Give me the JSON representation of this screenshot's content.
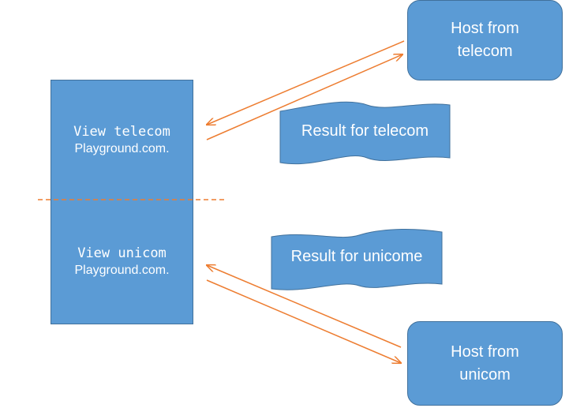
{
  "view_box": {
    "telecom_title": "View telecom",
    "telecom_subtitle": "Playground.com.",
    "unicom_title": "View unicom",
    "unicom_subtitle": "Playground.com."
  },
  "hosts": {
    "telecom": "Host from telecom",
    "unicom": "Host from unicom"
  },
  "results": {
    "telecom": "Result for telecom",
    "unicom": "Result for unicome"
  },
  "colors": {
    "box_fill": "#5b9bd5",
    "box_border": "#41719c",
    "arrow": "#ed7d31",
    "text": "#ffffff"
  }
}
